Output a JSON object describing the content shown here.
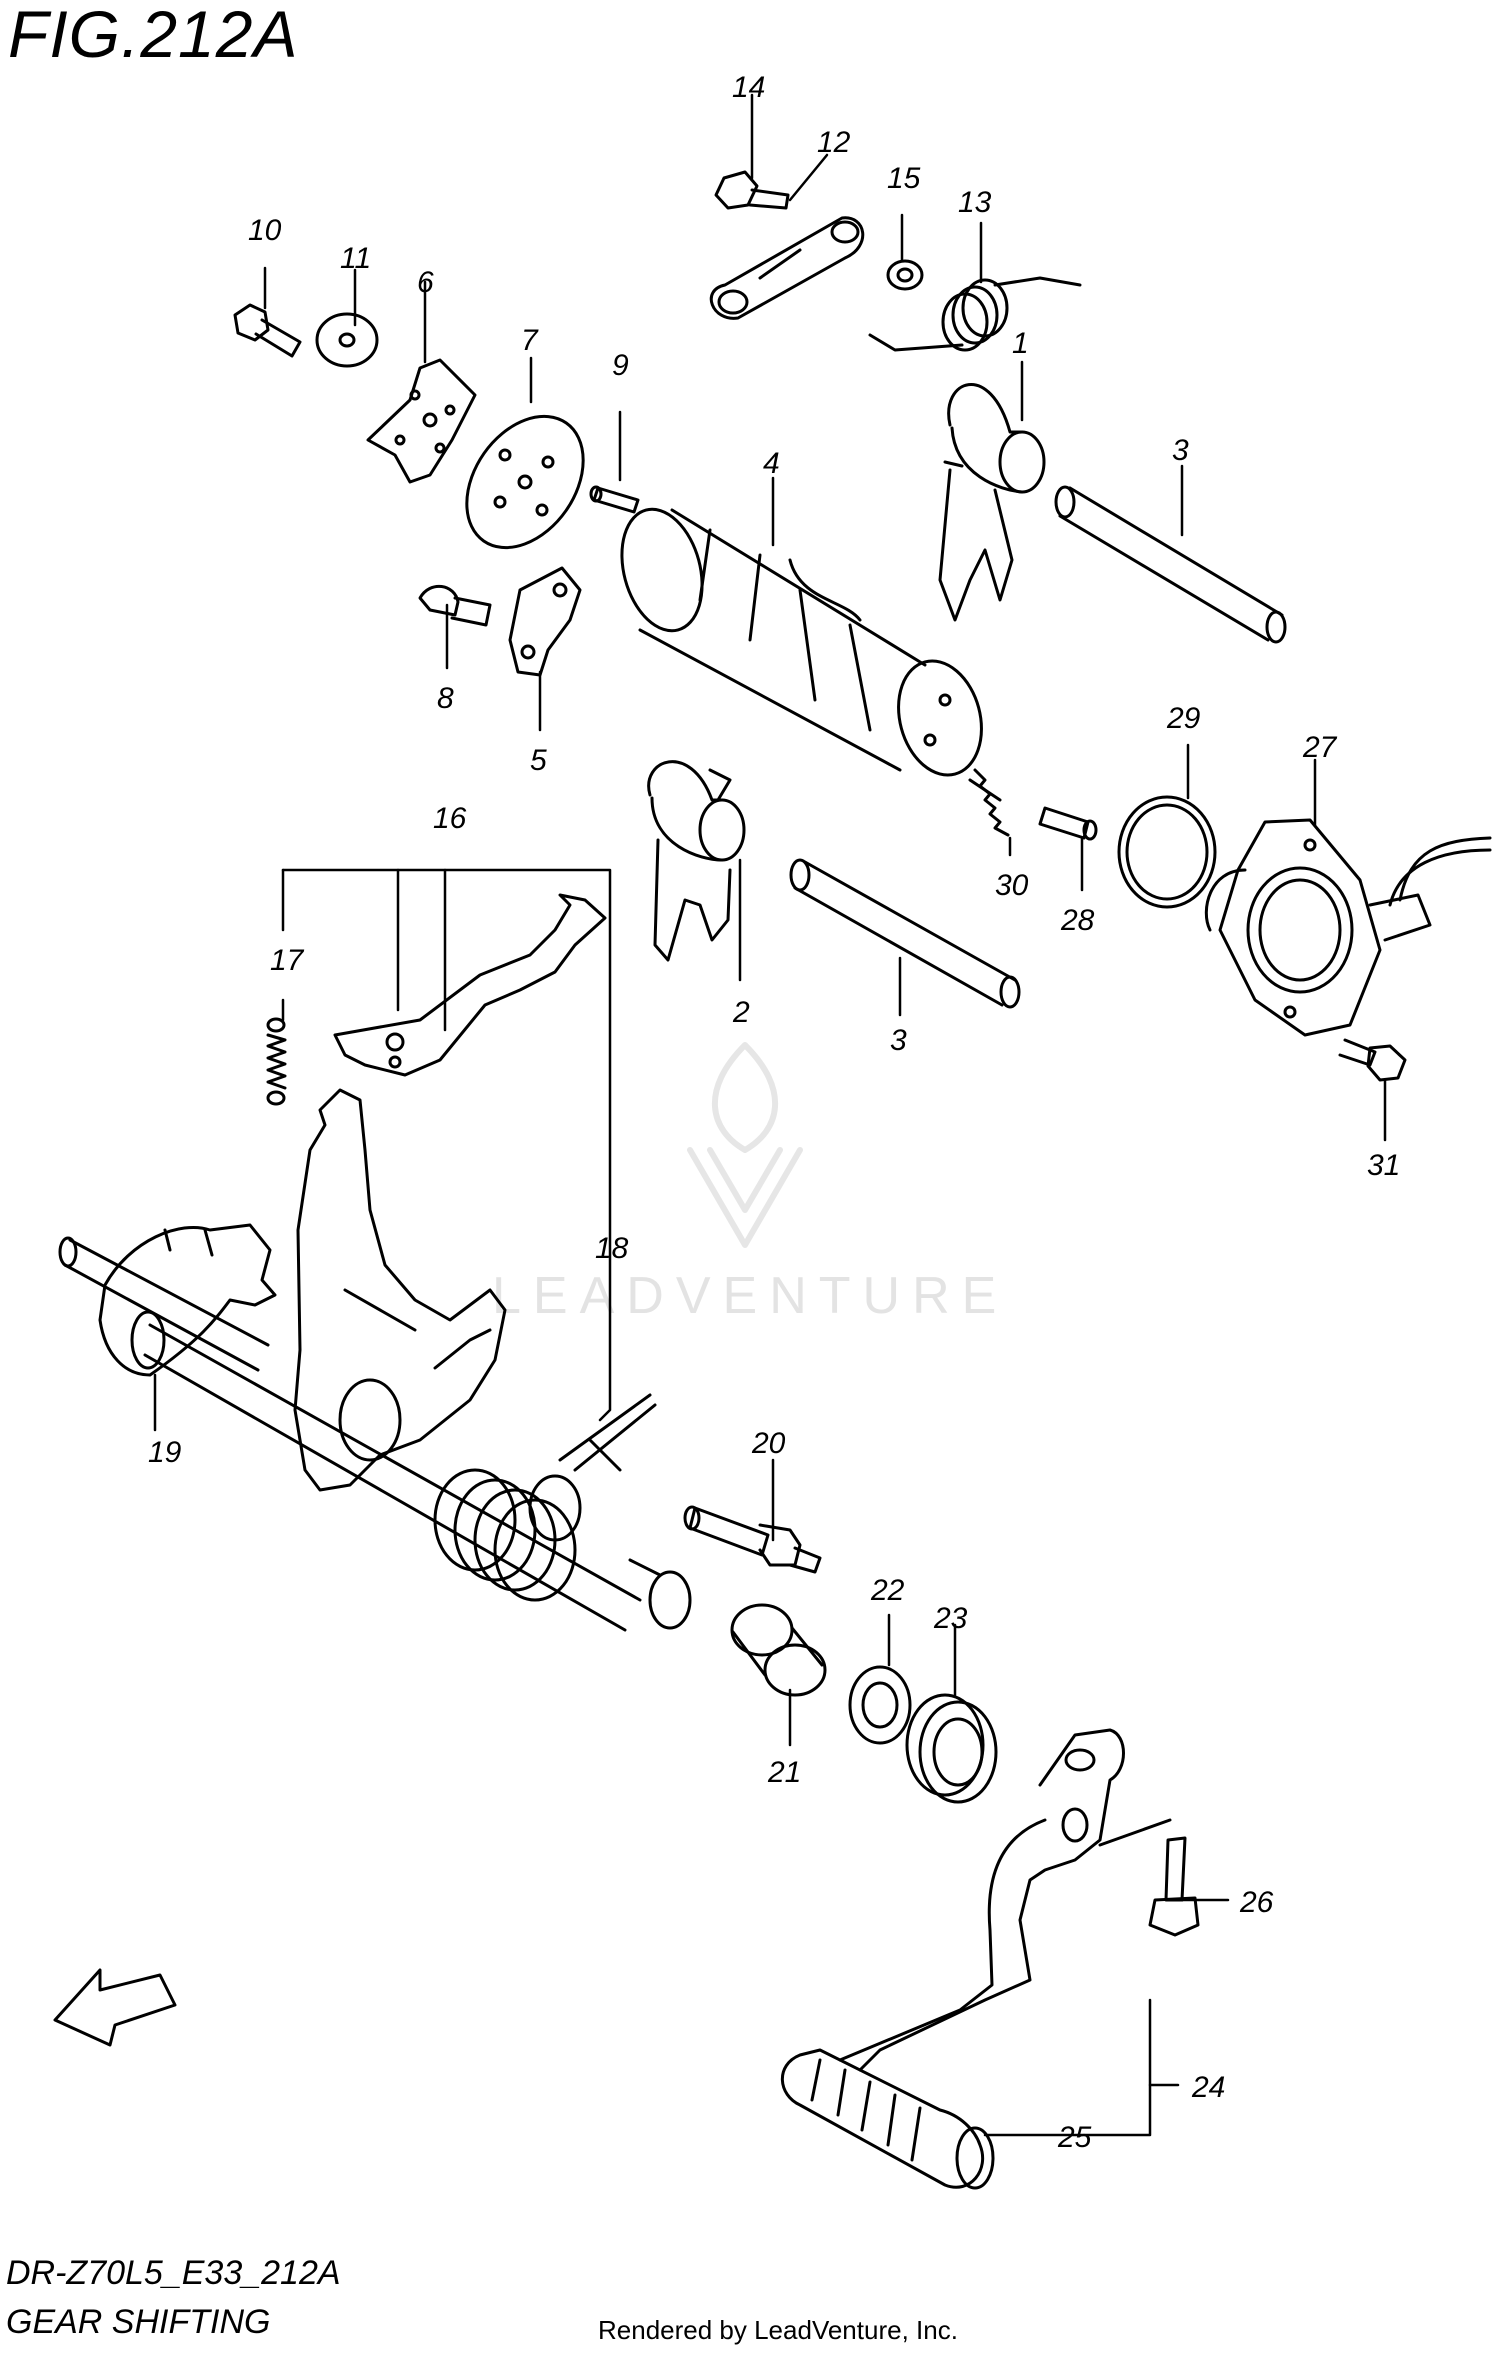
{
  "figure": {
    "title": "FIG.212A",
    "code": "DR-Z70L5_E33_212A",
    "name": "GEAR SHIFTING",
    "rendered_by": "Rendered by LeadVenture, Inc.",
    "watermark": "LEADVENTURE",
    "fwd_label": "FWD"
  },
  "parts": [
    {
      "id": "1",
      "label": "1"
    },
    {
      "id": "2",
      "label": "2"
    },
    {
      "id": "3a",
      "label": "3"
    },
    {
      "id": "3b",
      "label": "3"
    },
    {
      "id": "4",
      "label": "4"
    },
    {
      "id": "5",
      "label": "5"
    },
    {
      "id": "6",
      "label": "6"
    },
    {
      "id": "7",
      "label": "7"
    },
    {
      "id": "8",
      "label": "8"
    },
    {
      "id": "9",
      "label": "9"
    },
    {
      "id": "10",
      "label": "10"
    },
    {
      "id": "11",
      "label": "11"
    },
    {
      "id": "12",
      "label": "12"
    },
    {
      "id": "13",
      "label": "13"
    },
    {
      "id": "14",
      "label": "14"
    },
    {
      "id": "15",
      "label": "15"
    },
    {
      "id": "16",
      "label": "16"
    },
    {
      "id": "17",
      "label": "17"
    },
    {
      "id": "18",
      "label": "18"
    },
    {
      "id": "19",
      "label": "19"
    },
    {
      "id": "20",
      "label": "20"
    },
    {
      "id": "21",
      "label": "21"
    },
    {
      "id": "22",
      "label": "22"
    },
    {
      "id": "23",
      "label": "23"
    },
    {
      "id": "24",
      "label": "24"
    },
    {
      "id": "25",
      "label": "25"
    },
    {
      "id": "26",
      "label": "26"
    },
    {
      "id": "27",
      "label": "27"
    },
    {
      "id": "28",
      "label": "28"
    },
    {
      "id": "29",
      "label": "29"
    },
    {
      "id": "30",
      "label": "30"
    },
    {
      "id": "31",
      "label": "31"
    }
  ]
}
